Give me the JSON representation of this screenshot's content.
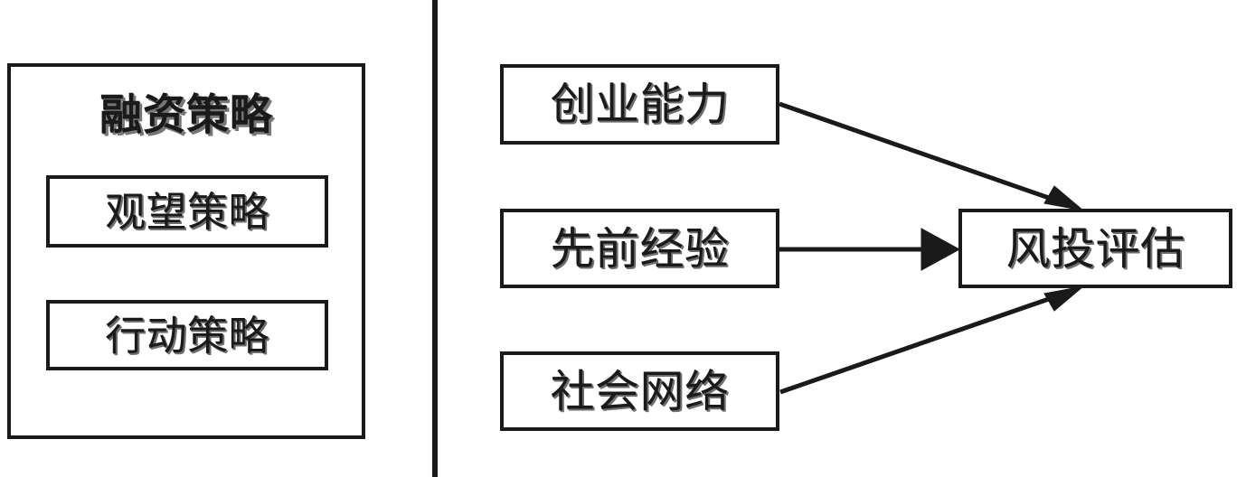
{
  "diagram": {
    "title_left": "融资策略",
    "left_panel": {
      "container_label": "融资策略",
      "items": [
        {
          "label": "观望策略"
        },
        {
          "label": "行动策略"
        }
      ]
    },
    "right_panel": {
      "antecedents": [
        {
          "label": "创业能力"
        },
        {
          "label": "先前经验"
        },
        {
          "label": "社会网络"
        }
      ],
      "outcome": {
        "label": "风投评估"
      },
      "arrows": [
        {
          "from": "创业能力",
          "to": "风投评估",
          "style": "solid-arrow"
        },
        {
          "from": "先前经验",
          "to": "风投评估",
          "style": "solid-arrow"
        },
        {
          "from": "社会网络",
          "to": "风投评估",
          "style": "solid-arrow"
        }
      ]
    },
    "colors": {
      "stroke": "#1a1a1a",
      "background": "#ffffff",
      "text": "#1a1a1a",
      "text_shadow": "#6e6e6e"
    }
  }
}
